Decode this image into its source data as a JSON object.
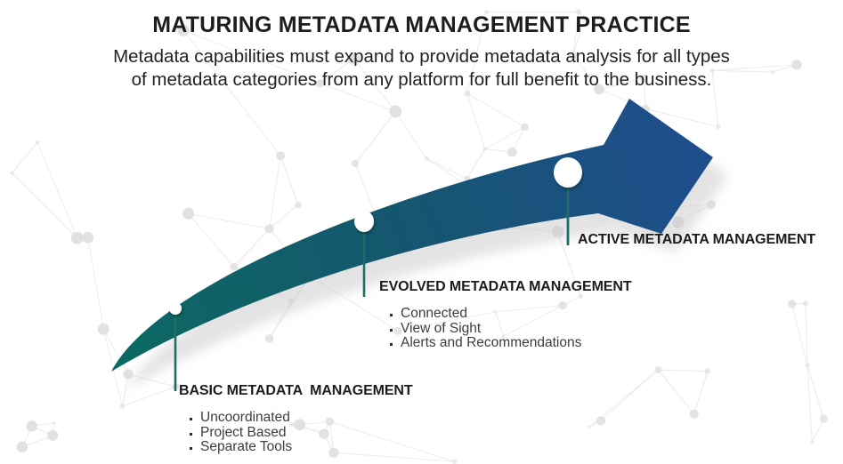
{
  "slide": {
    "title": "MATURING METADATA MANAGEMENT PRACTICE",
    "subtitle_line1": "Metadata capabilities must expand to provide metadata analysis for all types",
    "subtitle_line2": "of metadata categories from any platform for full benefit to the business."
  },
  "milestones": [
    {
      "id": "basic",
      "heading": "BASIC METADATA  MANAGEMENT",
      "bullets": [
        "Uncoordinated",
        "Project Based",
        "Separate Tools"
      ]
    },
    {
      "id": "evolved",
      "heading": "EVOLVED METADATA MANAGEMENT",
      "bullets": [
        "Connected",
        "View of Sight",
        "Alerts and Recommendations"
      ]
    },
    {
      "id": "active",
      "heading": "ACTIVE METADATA MANAGEMENT",
      "bullets": []
    }
  ],
  "colors": {
    "arrow_gradient_start": "#0B6A62",
    "arrow_gradient_mid": "#15566F",
    "arrow_gradient_end": "#1F4E8E",
    "connector_line": "#1E6E66",
    "milestone_dot": "#FFFFFF",
    "heading_text": "#1C1C1C",
    "bullet_text": "#3D3D3D",
    "background_network_node": "#E1E1E1",
    "background_network_edge": "#ECECEC"
  }
}
